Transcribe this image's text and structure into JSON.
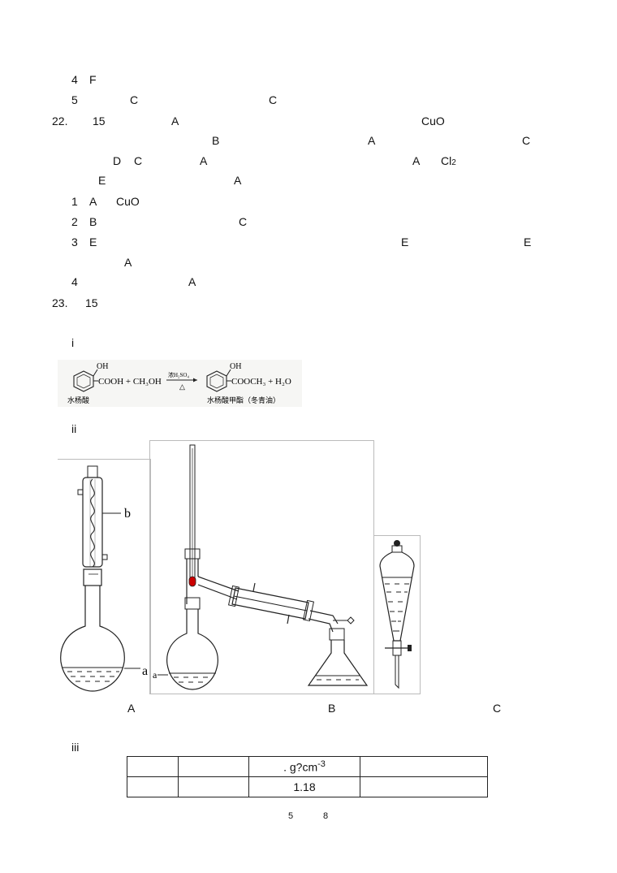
{
  "lines": {
    "l1": [
      "4",
      "F"
    ],
    "l2": [
      "5",
      "C",
      "C"
    ],
    "l3": [
      "22.",
      "15",
      "A",
      "CuO"
    ],
    "l4": [
      "B",
      "A",
      "C"
    ],
    "l5": [
      "D",
      "C",
      "A",
      "A",
      "Cl",
      "2"
    ],
    "l6": [
      "E",
      "A"
    ],
    "l7": [
      "1",
      "A",
      "CuO"
    ],
    "l8": [
      "2",
      "B",
      "C"
    ],
    "l9": [
      "3",
      "E",
      "E",
      "E"
    ],
    "l10": [
      "A"
    ],
    "l11": [
      "4",
      "A"
    ],
    "l12": [
      "23.",
      "15"
    ]
  },
  "sections": {
    "i": "i",
    "ii": "ii",
    "iii": "iii"
  },
  "reaction": {
    "oh": "OH",
    "reactant_tail": "COOH + CH₃OH",
    "condition": "浓H₂SO₄",
    "heat": "△",
    "product_tail": "COOCH₃ + H₂O",
    "reactant_name": "水杨酸",
    "product_name": "水杨酸甲酯（冬青油）"
  },
  "apparatus": {
    "label_b": "b",
    "label_a1": "a",
    "label_a2": "a",
    "caption_a": "A",
    "caption_b": "B",
    "caption_c": "C"
  },
  "table": {
    "header": [
      "",
      "",
      ". g?cm",
      "-3",
      ""
    ],
    "row": [
      "",
      "",
      "1.18",
      ""
    ]
  },
  "footer": {
    "page": "5",
    "total": "8"
  }
}
